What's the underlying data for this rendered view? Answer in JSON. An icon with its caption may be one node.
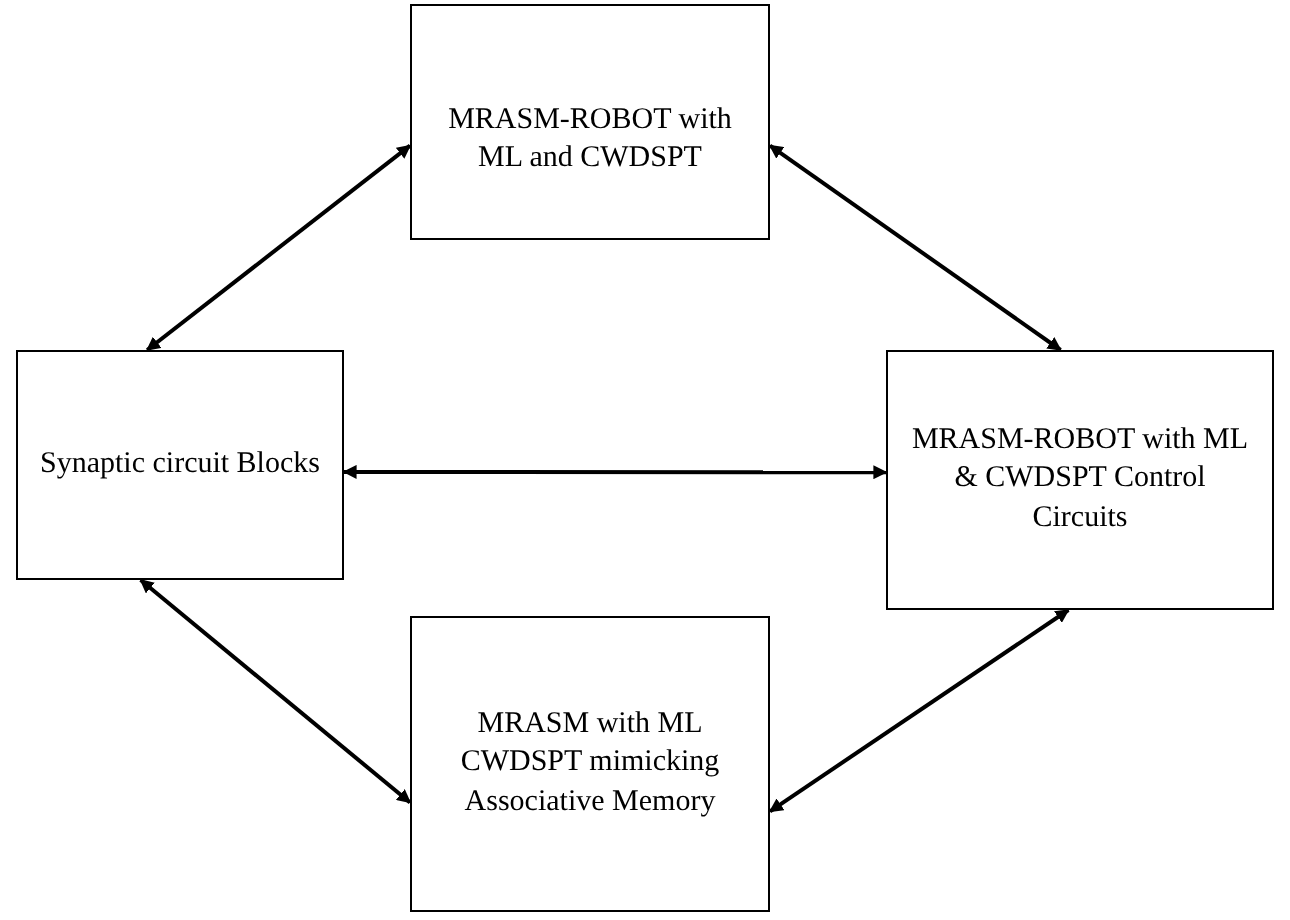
{
  "diagram": {
    "nodes": [
      {
        "text": [
          "MRASM-ROBOT with ML and CWDSPT"
        ]
      },
      {
        "text": [
          "Synaptic circuit Blocks"
        ]
      },
      {
        "text": [
          "MRASM-ROBOT with ML & CWDSPT Control Circuits"
        ]
      },
      {
        "text": [
          "MRASM with ML CWDSPT mimicking Associative Memory"
        ]
      }
    ],
    "edges": [
      {
        "from": 1,
        "to": 0,
        "arrow": "both"
      },
      {
        "from": 0,
        "to": 2,
        "arrow": "both"
      },
      {
        "from": 1,
        "to": 2,
        "arrow": "both"
      },
      {
        "from": 1,
        "to": 3,
        "arrow": "both"
      },
      {
        "from": 3,
        "to": 2,
        "arrow": "both"
      }
    ]
  }
}
